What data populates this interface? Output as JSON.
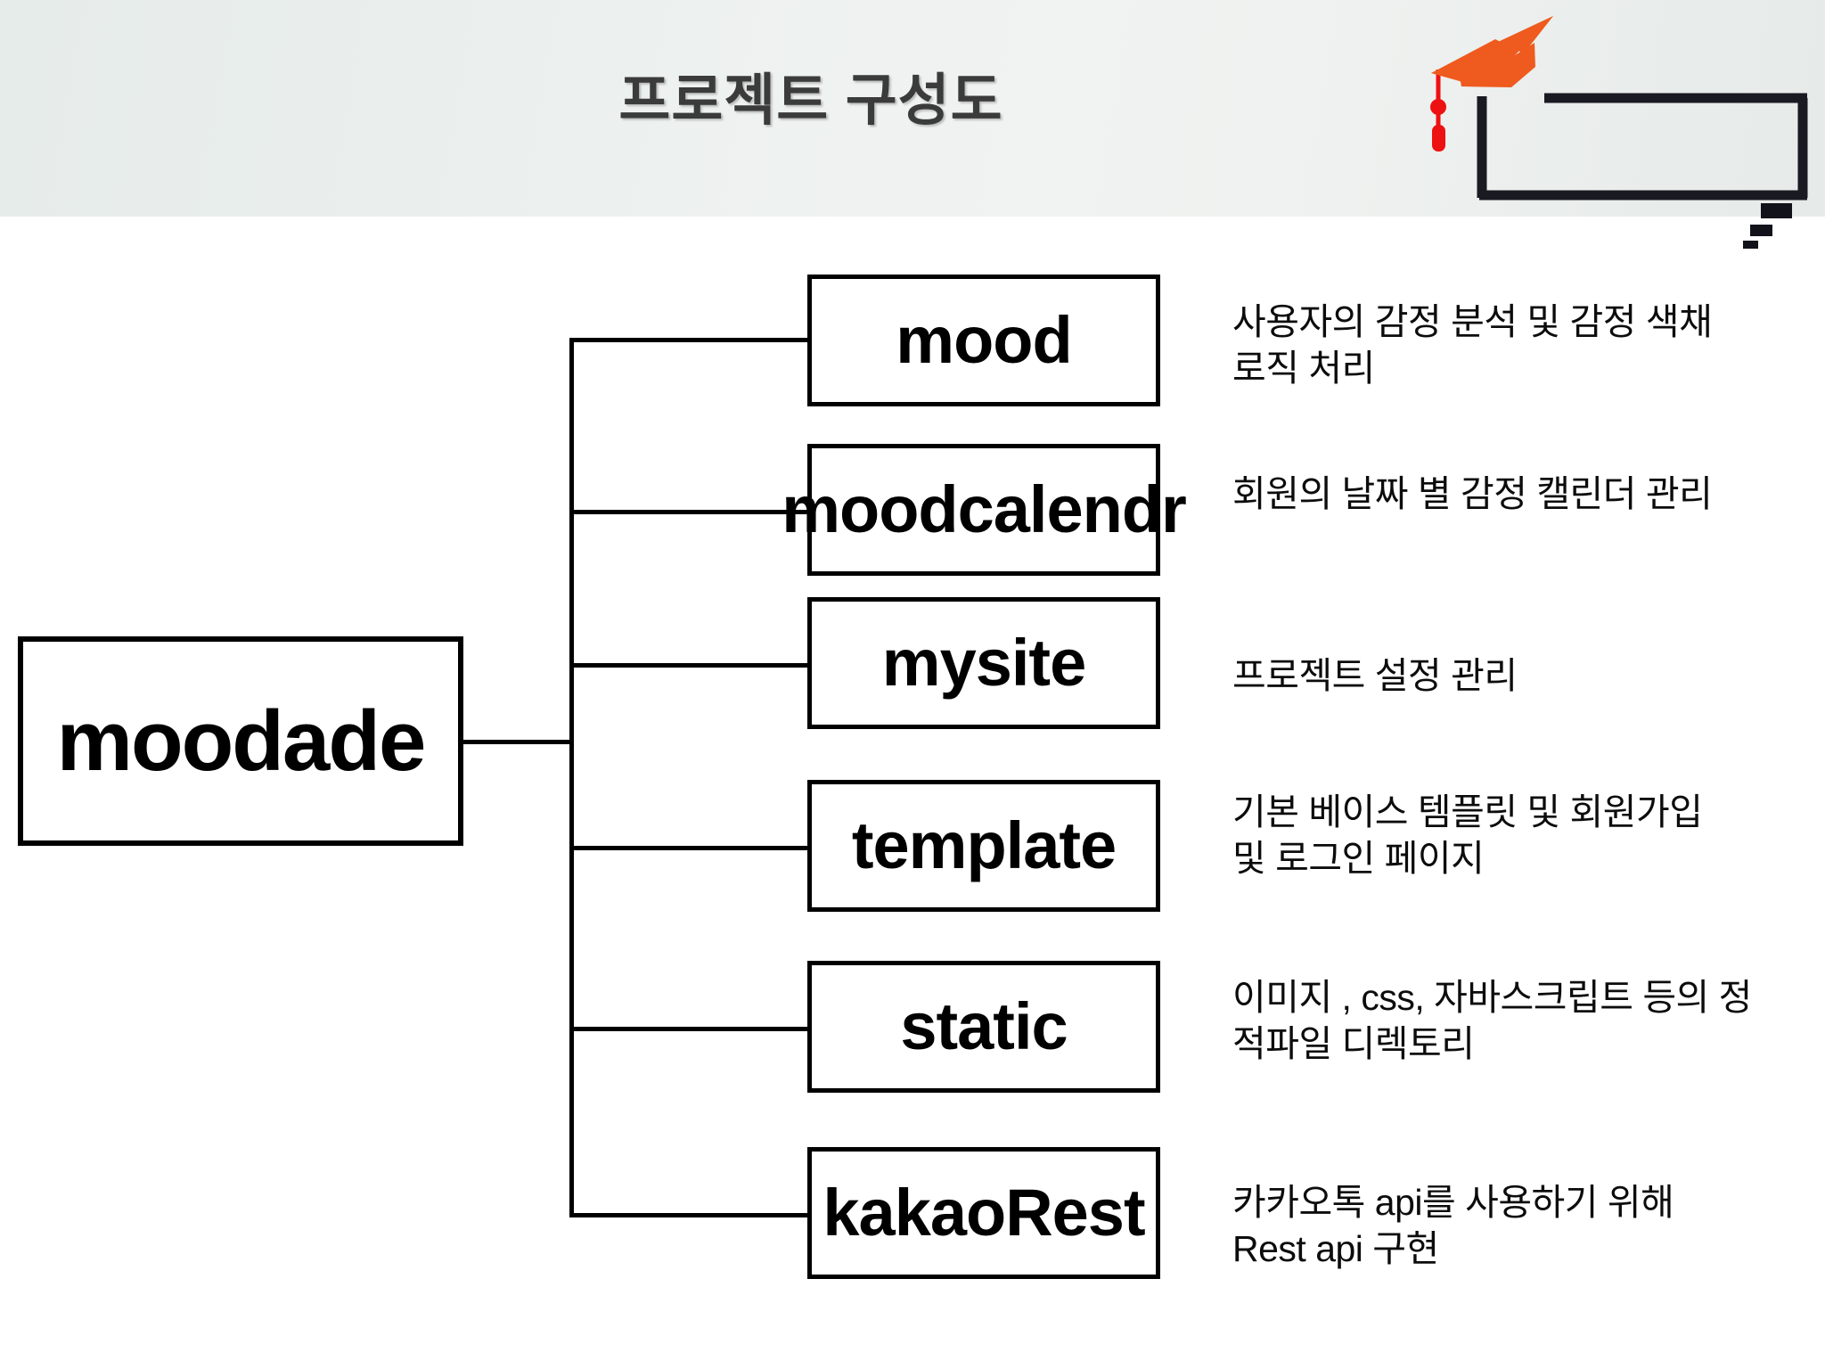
{
  "slide": {
    "title": "프로젝트 구성도",
    "background_color": "#ffffff",
    "header_band_color": "#eaefed",
    "accent_color": "#ef5a1e",
    "tassel_color": "#ee1111",
    "line_color": "#000000"
  },
  "decoration": {
    "cap_icon": "graduation-cap-icon",
    "board_icon": "diploma-board-icon",
    "blocks_icon": "stair-blocks-icon"
  },
  "diagram": {
    "root": {
      "label": "moodade"
    },
    "children": [
      {
        "label": "mood",
        "description": "사용자의 감정 분석 및 감정 색채\n로직 처리"
      },
      {
        "label": "moodcalendr",
        "description": "회원의 날짜 별 감정 캘린더 관리"
      },
      {
        "label": "mysite",
        "description": "프로젝트 설정 관리"
      },
      {
        "label": "template",
        "description": "기본 베이스 템플릿 및 회원가입\n및 로그인 페이지"
      },
      {
        "label": "static",
        "description": "이미지 , css, 자바스크립트 등의 정\n적파일 디렉토리"
      },
      {
        "label": "kakaoRest",
        "description": "카카오톡 api를 사용하기 위해\nRest api 구현"
      }
    ]
  }
}
